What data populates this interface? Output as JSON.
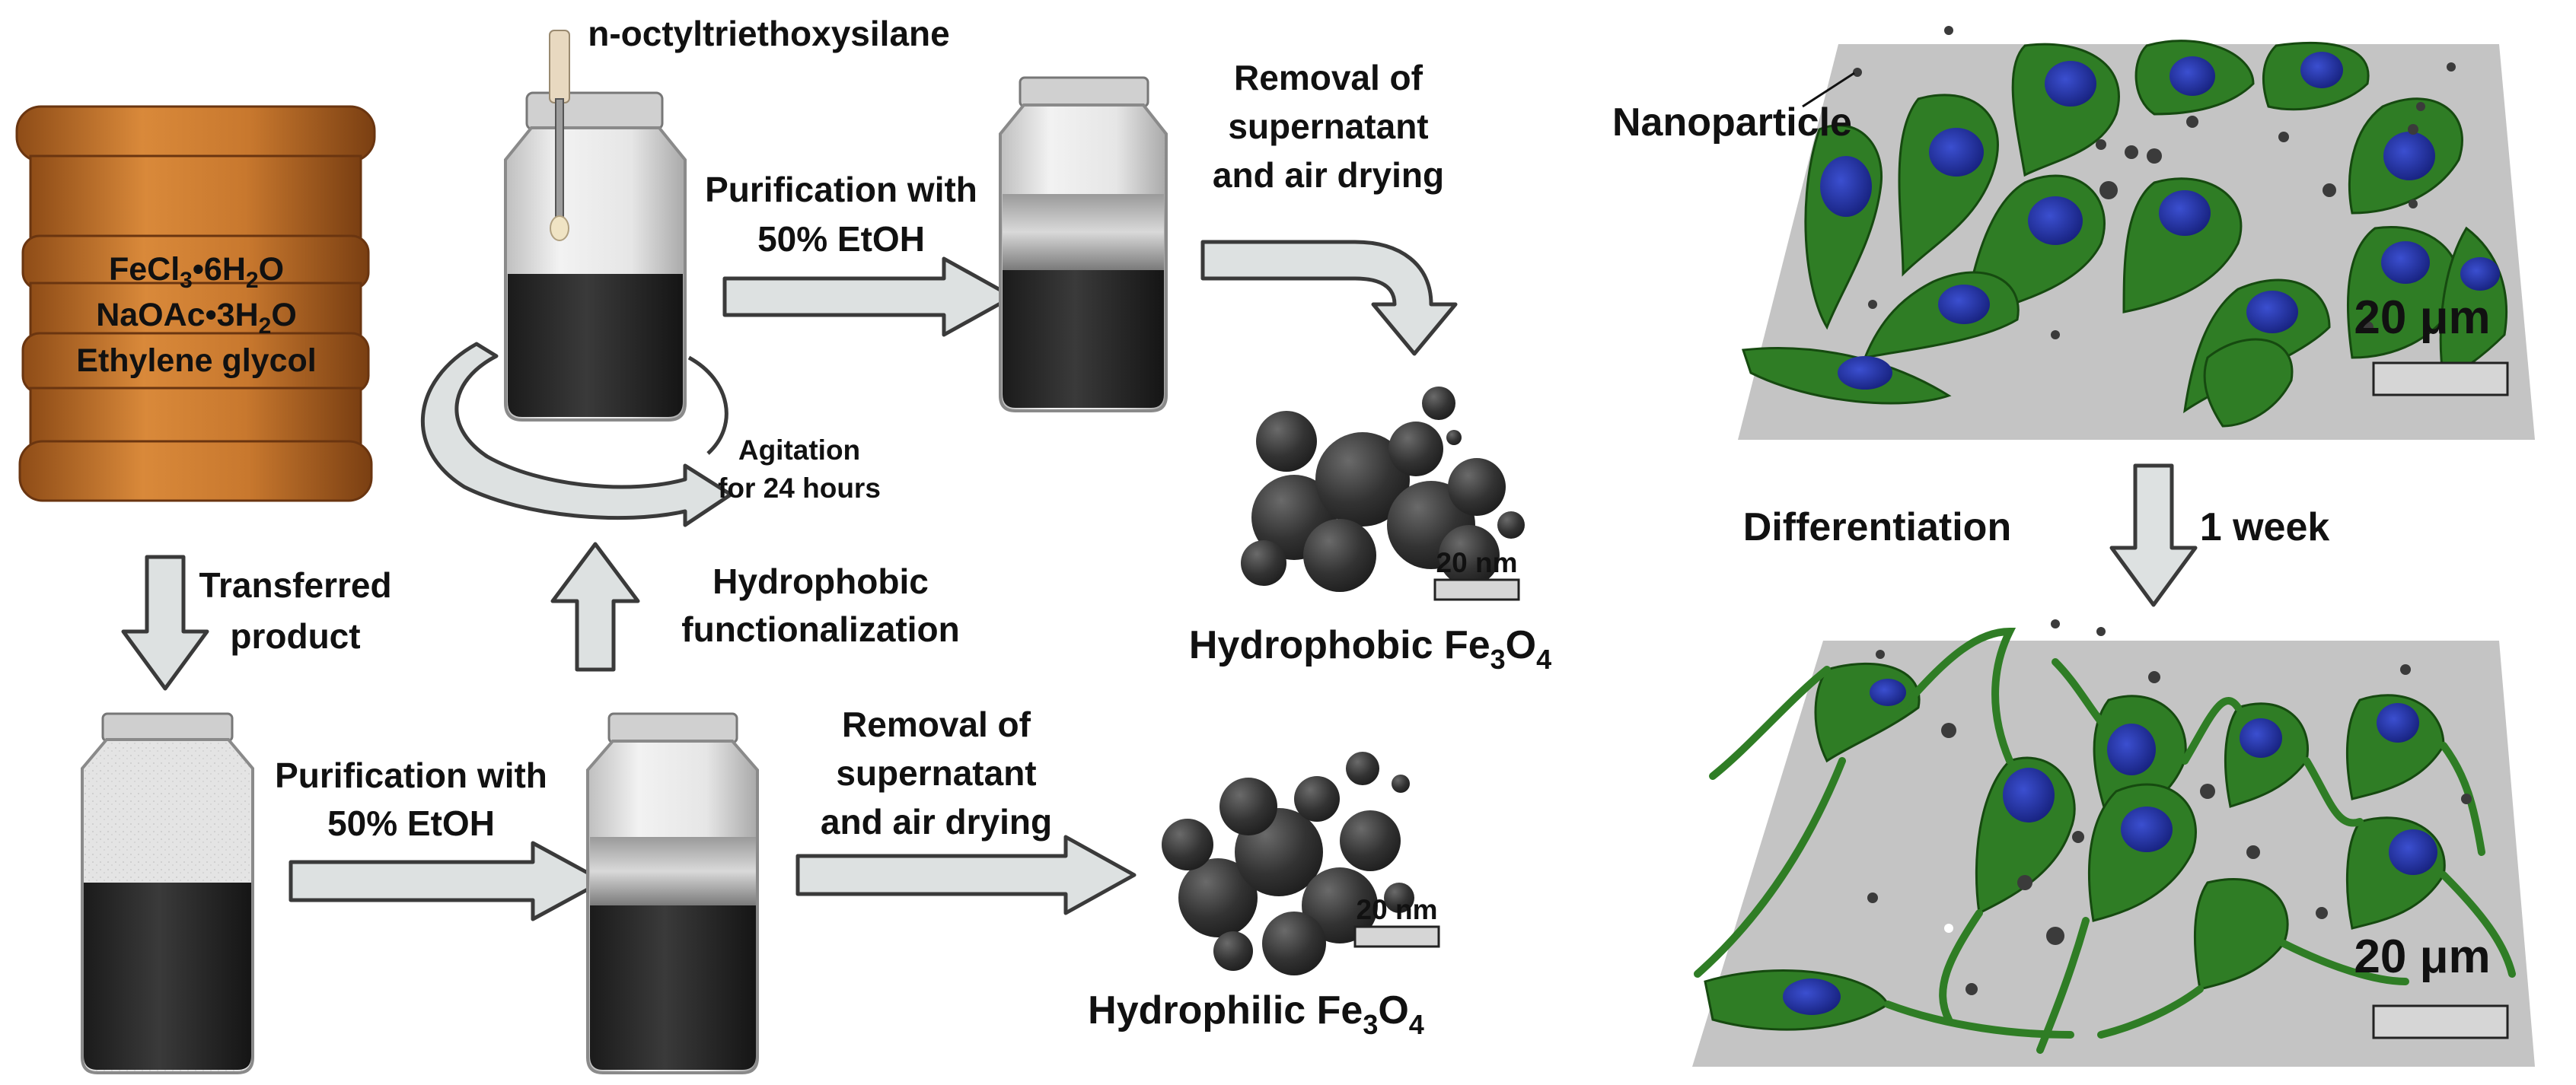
{
  "labels": {
    "silane": "n-octyltriethoxysilane",
    "container_line1": "FeCl3•6H2O",
    "container_line2": "NaOAc•3H2O",
    "container_line3": "Ethylene glycol",
    "transferred_1": "Transferred",
    "transferred_2": "product",
    "purification_top_1": "Purification with",
    "purification_top_2": "50% EtOH",
    "purification_bottom_1": "Purification with",
    "purification_bottom_2": "50% EtOH",
    "agitation_1": "Agitation",
    "agitation_2": "for 24 hours",
    "hydrophobic_func_1": "Hydrophobic",
    "hydrophobic_func_2": "functionalization",
    "removal_top_1": "Removal of",
    "removal_top_2": "supernatant",
    "removal_top_3": "and air drying",
    "removal_bottom_1": "Removal of",
    "removal_bottom_2": "supernatant",
    "removal_bottom_3": "and air drying",
    "hydrophobic_product": "Hydrophobic Fe3O4",
    "hydrophilic_product": "Hydrophilic Fe3O4",
    "scale_nm_top": "20 nm",
    "scale_nm_bottom": "20 nm",
    "nanoparticle": "Nanoparticle",
    "scale_um_top": "20 μm",
    "scale_um_bottom": "20 μm",
    "differentiation": "Differentiation",
    "one_week": "1 week"
  },
  "colors": {
    "arrow_fill": "#dde1e1",
    "arrow_stroke": "#3a3a3a",
    "container": "#c8782e",
    "container_dark": "#8e4c17",
    "dispersion": "#2b2b2b",
    "particle": "#3b3b3b",
    "cell": "#2f7d25",
    "cell_edge": "#164a10",
    "nucleus": "#1c2a9a",
    "plane": "#c4c4c4"
  }
}
